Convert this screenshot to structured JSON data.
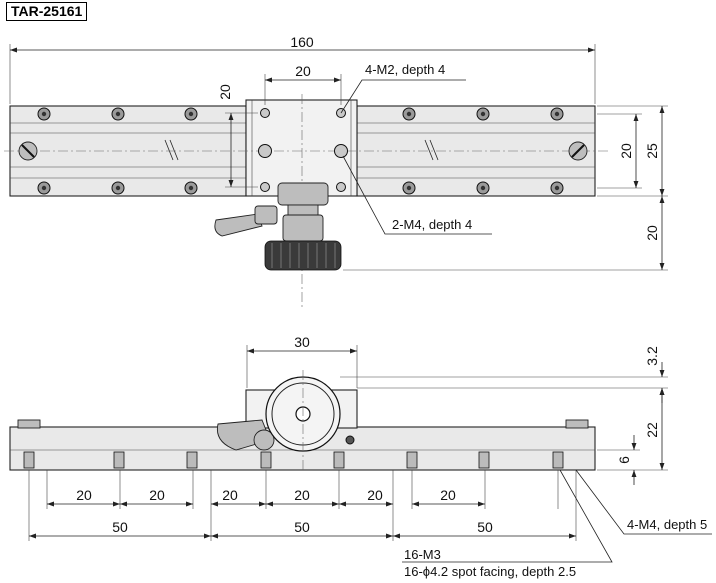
{
  "part_id": "TAR-25161",
  "top_view": {
    "dims": {
      "overall_length": "160",
      "center_width": "20",
      "center_height": "20",
      "inner_width": "20",
      "table_width": "25",
      "knob_projection": "20"
    },
    "notes": {
      "m2_holes": "4-M2, depth 4",
      "m4_holes": "2-M4, depth 4"
    }
  },
  "side_view": {
    "dims": {
      "carriage_width": "30",
      "top_offset": "3.2",
      "overall_height": "22",
      "base_height": "6",
      "pitch_1": "20",
      "pitch_2": "20",
      "pitch_3": "20",
      "pitch_4": "20",
      "pitch_5": "20",
      "pitch_6": "20",
      "span_1": "50",
      "span_2": "50",
      "span_3": "50"
    },
    "notes": {
      "m4_mount": "4-M4, depth 5",
      "m3_mount_line1": "16-M3",
      "m3_mount_line2": "16-ϕ4.2 spot facing, depth 2.5"
    }
  }
}
